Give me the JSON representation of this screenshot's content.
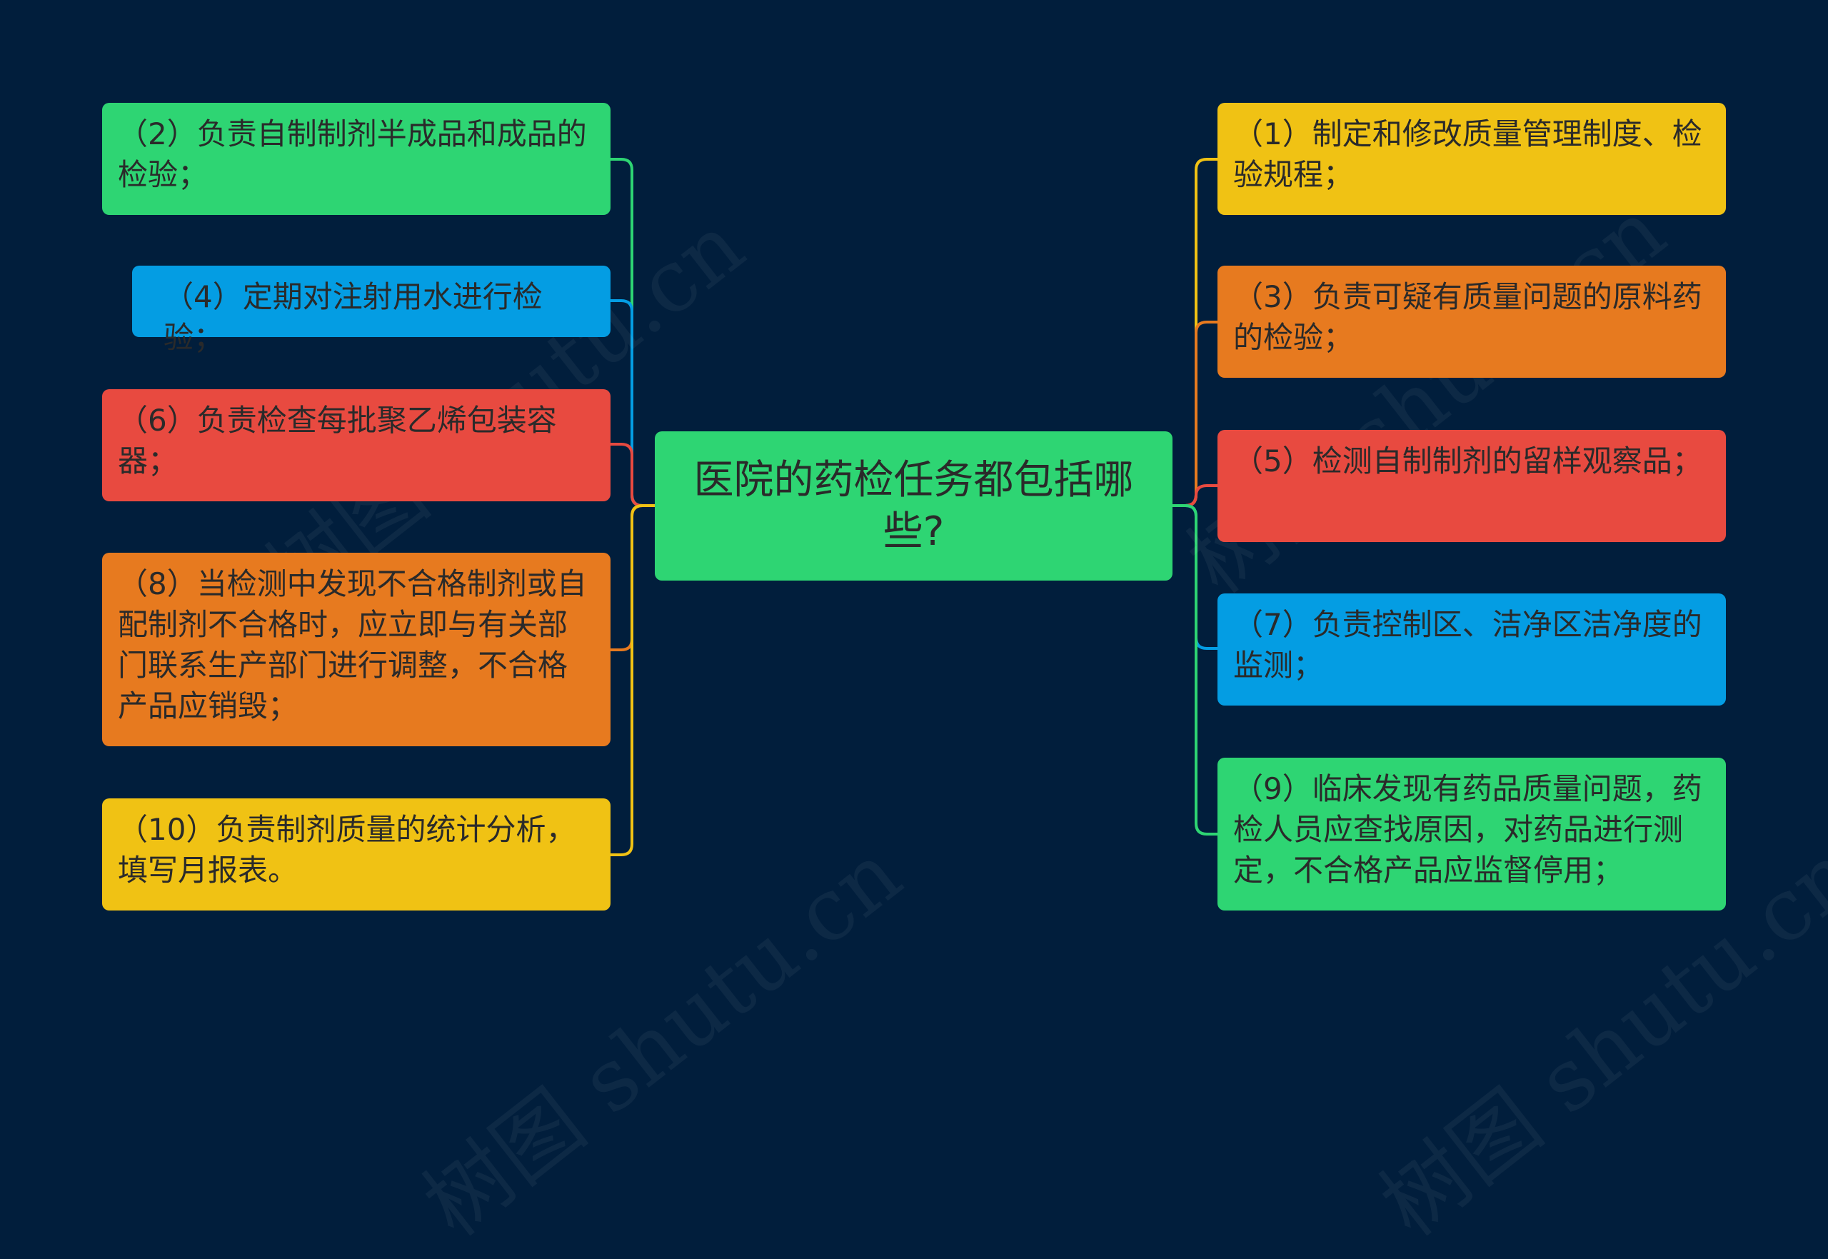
{
  "diagram": {
    "center": {
      "label": "医院的药检任务都包括哪些?"
    },
    "left_nodes": [
      {
        "label": "（2）负责自制制剂半成品和成品的检验；",
        "color": "#2ed573"
      },
      {
        "label": "（4）定期对注射用水进行检验；",
        "color": "#049de3"
      },
      {
        "label": "（6）负责检查每批聚乙烯包装容器；",
        "color": "#e84a40"
      },
      {
        "label": "（8）当检测中发现不合格制剂或自配制剂不合格时，应立即与有关部门联系生产部门进行调整，不合格产品应销毁；",
        "color": "#e77a1f"
      },
      {
        "label": "（10）负责制剂质量的统计分析，填写月报表。",
        "color": "#f0c214"
      }
    ],
    "right_nodes": [
      {
        "label": "（1）制定和修改质量管理制度、检验规程；",
        "color": "#f0c214"
      },
      {
        "label": "（3）负责可疑有质量问题的原料药的检验；",
        "color": "#e77a1f"
      },
      {
        "label": "（5）检测自制制剂的留样观察品；",
        "color": "#e84a40"
      },
      {
        "label": "（7）负责控制区、洁净区洁净度的监测；",
        "color": "#049de3"
      },
      {
        "label": "（9）临床发现有药品质量问题，药检人员应查找原因，对药品进行测定，不合格产品应监督停用；",
        "color": "#2ed573"
      }
    ],
    "watermark": "树图 shutu.cn"
  }
}
